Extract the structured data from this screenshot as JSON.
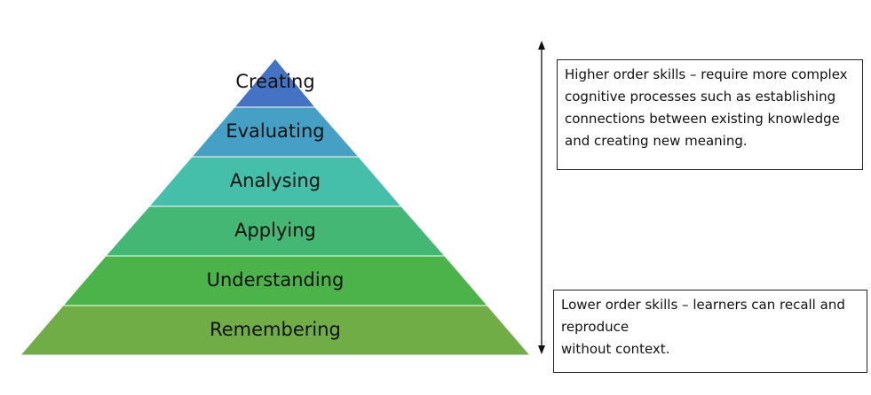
{
  "pyramid": {
    "levels": [
      {
        "label": "Creating",
        "color": "#4472c4"
      },
      {
        "label": "Evaluating",
        "color": "#46a0c6"
      },
      {
        "label": "Analysing",
        "color": "#45bfaa"
      },
      {
        "label": "Applying",
        "color": "#45b775"
      },
      {
        "label": "Understanding",
        "color": "#4cb24a"
      },
      {
        "label": "Remembering",
        "color": "#70ad47"
      }
    ]
  },
  "notes": {
    "higher": "Higher order skills – require more complex\ncognitive processes such as establishing\nconnections between existing knowledge\nand creating new meaning.",
    "lower": "Lower order skills – learners can recall and\nreproduce\nwithout context."
  }
}
